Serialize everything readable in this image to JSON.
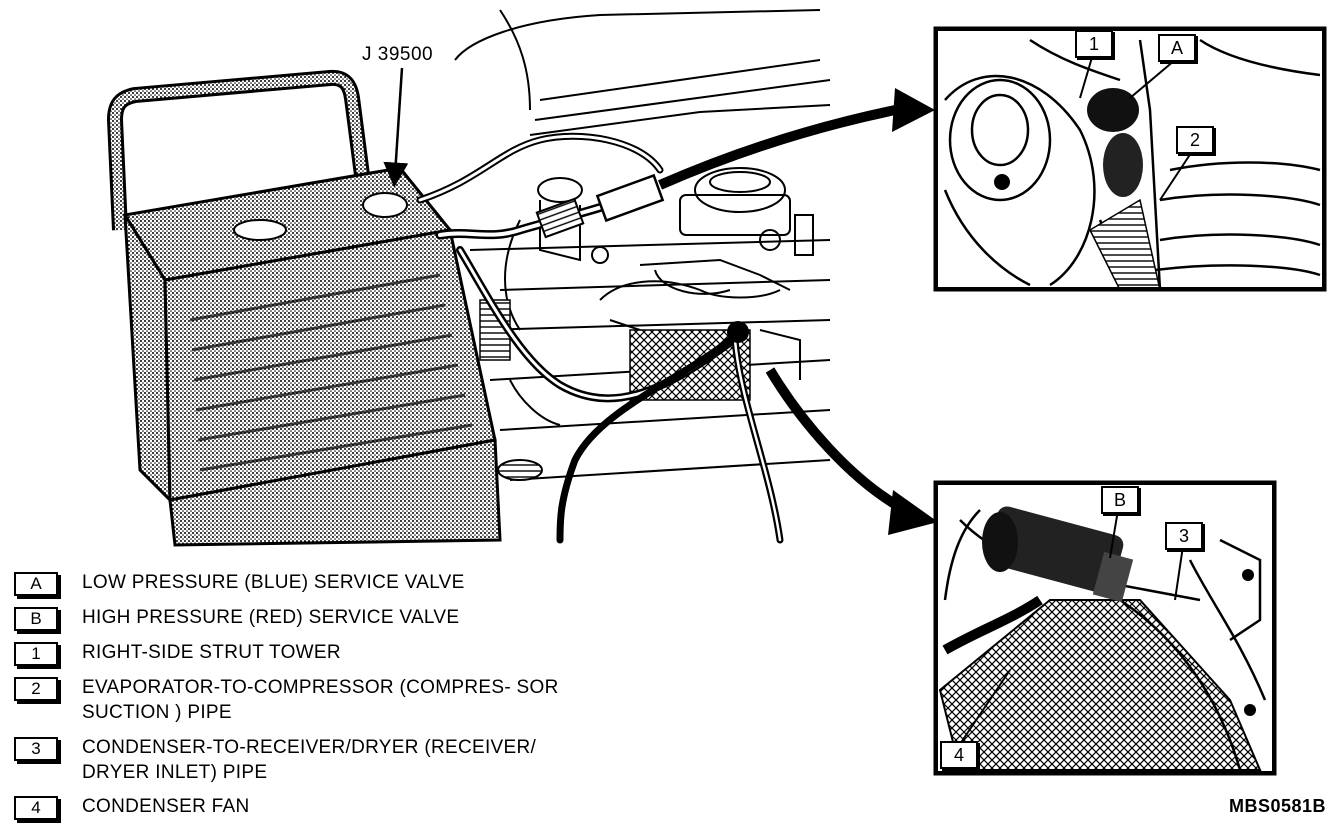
{
  "tool_label": "J 39500",
  "figure_id": "MBS0581B",
  "callouts": {
    "one": "1",
    "a": "A",
    "two": "2",
    "b": "B",
    "three": "3",
    "four": "4"
  },
  "legend": [
    {
      "key": "A",
      "text": "LOW PRESSURE (BLUE) SERVICE VALVE"
    },
    {
      "key": "B",
      "text": "HIGH PRESSURE (RED) SERVICE VALVE"
    },
    {
      "key": "1",
      "text": "RIGHT-SIDE STRUT TOWER"
    },
    {
      "key": "2",
      "text": "EVAPORATOR-TO-COMPRESSOR (COMPRES- SOR SUCTION ) PIPE"
    },
    {
      "key": "3",
      "text": "CONDENSER-TO-RECEIVER/DRYER (RECEIVER/ DRYER INLET) PIPE"
    },
    {
      "key": "4",
      "text": "CONDENSER FAN"
    }
  ]
}
